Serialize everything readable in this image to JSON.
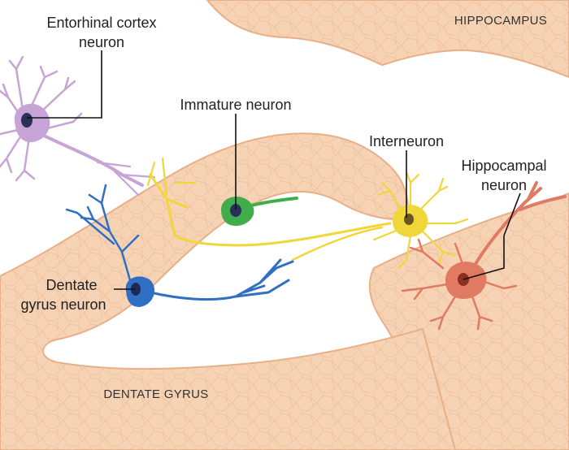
{
  "labels": {
    "entorhinal_line1": "Entorhinal cortex",
    "entorhinal_line2": "neuron",
    "immature": "Immature neuron",
    "interneuron": "Interneuron",
    "hippocampal_line1": "Hippocampal",
    "hippocampal_line2": "neuron",
    "dentate_line1": "Dentate",
    "dentate_line2": "gyrus neuron"
  },
  "regions": {
    "hippocampus": "HIPPOCAMPUS",
    "dentate_gyrus": "DENTATE GYRUS"
  },
  "colors": {
    "tissue_fill": "#f6d3b4",
    "tissue_edge": "#e8ae85",
    "entorhinal": "#c7a4d6",
    "immature": "#3fae4a",
    "interneuron": "#f1d63a",
    "hippocampal": "#e07a62",
    "dentate": "#2f6fc4",
    "nucleus": "#2b2f5a"
  }
}
